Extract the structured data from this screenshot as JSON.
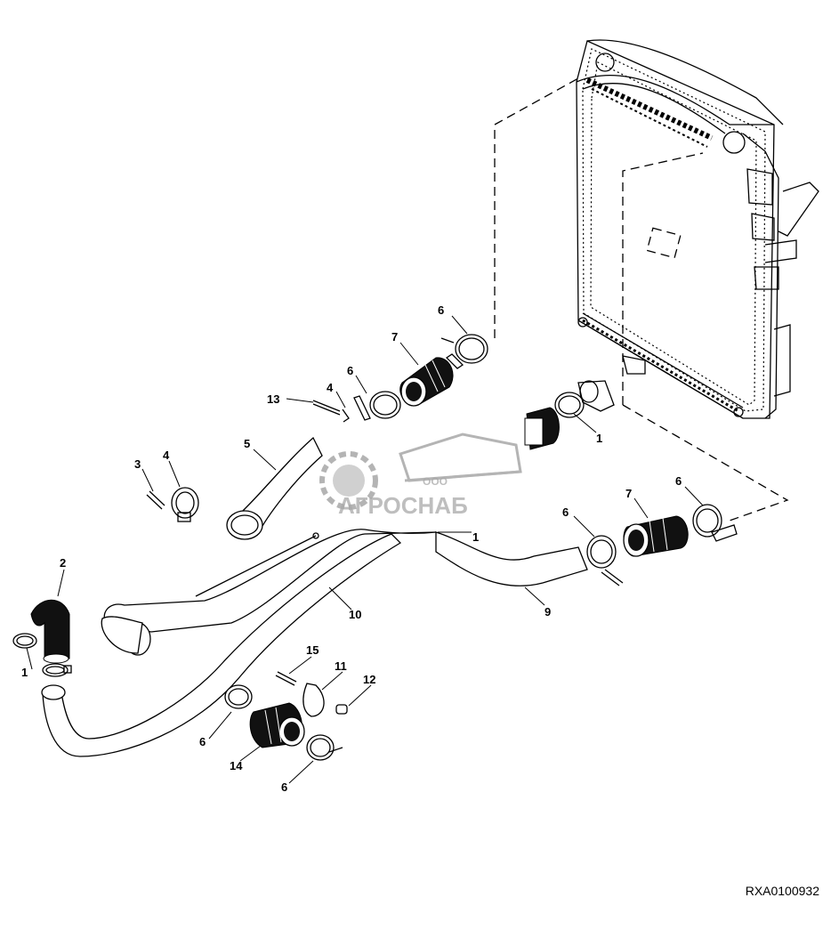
{
  "diagram": {
    "reference_code": "RXA0100932",
    "watermark": {
      "line1": "ООО",
      "line2": "АГРОСНАБ"
    },
    "callouts": [
      {
        "id": "c6a",
        "text": "6"
      },
      {
        "id": "c7a",
        "text": "7"
      },
      {
        "id": "c6b",
        "text": "6"
      },
      {
        "id": "c4a",
        "text": "4"
      },
      {
        "id": "c13",
        "text": "13"
      },
      {
        "id": "c1a",
        "text": "1"
      },
      {
        "id": "c5",
        "text": "5"
      },
      {
        "id": "c3",
        "text": "3"
      },
      {
        "id": "c4b",
        "text": "4"
      },
      {
        "id": "c1b",
        "text": "1"
      },
      {
        "id": "c7b",
        "text": "7"
      },
      {
        "id": "c6c",
        "text": "6"
      },
      {
        "id": "c6d",
        "text": "6"
      },
      {
        "id": "c2",
        "text": "2"
      },
      {
        "id": "c10",
        "text": "10"
      },
      {
        "id": "c9",
        "text": "9"
      },
      {
        "id": "c1c",
        "text": "1"
      },
      {
        "id": "c15",
        "text": "15"
      },
      {
        "id": "c11",
        "text": "11"
      },
      {
        "id": "c12",
        "text": "12"
      },
      {
        "id": "c6e",
        "text": "6"
      },
      {
        "id": "c14",
        "text": "14"
      },
      {
        "id": "c6f",
        "text": "6"
      }
    ]
  }
}
